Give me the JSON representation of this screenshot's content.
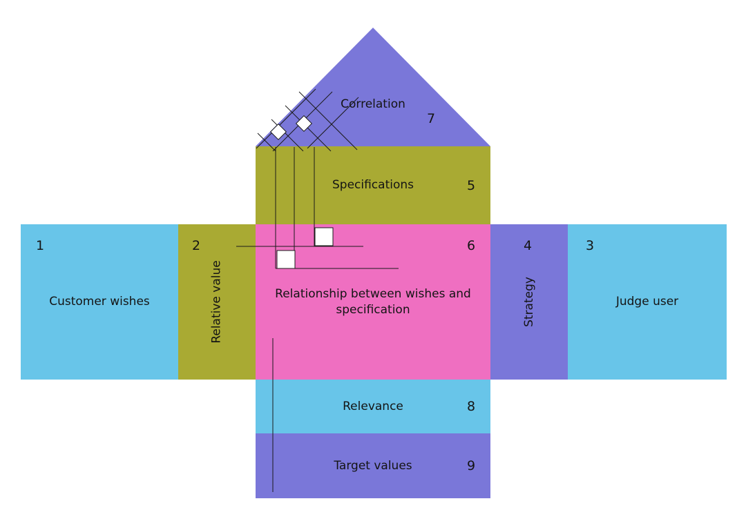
{
  "colors": {
    "blue": "#68c5e9",
    "olive": "#a9aa33",
    "pink": "#ef6fc1",
    "purple": "#7a77d9",
    "line": "#1a1a1a",
    "background": "#ffffff"
  },
  "sections": {
    "customer_wishes": {
      "number": "1",
      "label": "Customer wishes",
      "color": "#68c5e9"
    },
    "relative_value": {
      "number": "2",
      "label": "Relative value",
      "color": "#a9aa33"
    },
    "judge_user": {
      "number": "3",
      "label": "Judge user",
      "color": "#68c5e9"
    },
    "strategy": {
      "number": "4",
      "label": "Strategy",
      "color": "#7a77d9"
    },
    "specifications": {
      "number": "5",
      "label": "Specifications",
      "color": "#a9aa33"
    },
    "relationship": {
      "number": "6",
      "label": "Relationship between wishes and specification",
      "color": "#ef6fc1"
    },
    "correlation": {
      "number": "7",
      "label": "Correlation",
      "color": "#7a77d9"
    },
    "relevance": {
      "number": "8",
      "label": "Relevance",
      "color": "#68c5e9"
    },
    "target_values": {
      "number": "9",
      "label": "Target values",
      "color": "#7a77d9"
    }
  }
}
